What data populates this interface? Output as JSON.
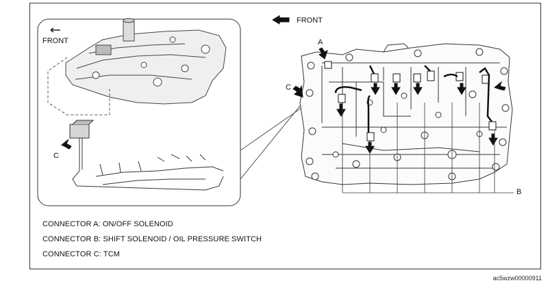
{
  "diagram": {
    "front_label_main": "FRONT",
    "front_label_inset": "FRONT",
    "callout_a": "A",
    "callout_b": "B",
    "callout_c_left": "C",
    "callout_c_right": "C"
  },
  "legend": [
    "CONNECTOR A: ON/OFF SOLENOID",
    "CONNECTOR B: SHIFT SOLENOID / OIL PRESSURE SWITCH",
    "CONNECTOR C: TCM"
  ],
  "reference_code": "ac5wzw00000911",
  "colors": {
    "line": "#222222",
    "fill_light": "#f4f4f4",
    "fill_mid": "#d8d8d8"
  }
}
